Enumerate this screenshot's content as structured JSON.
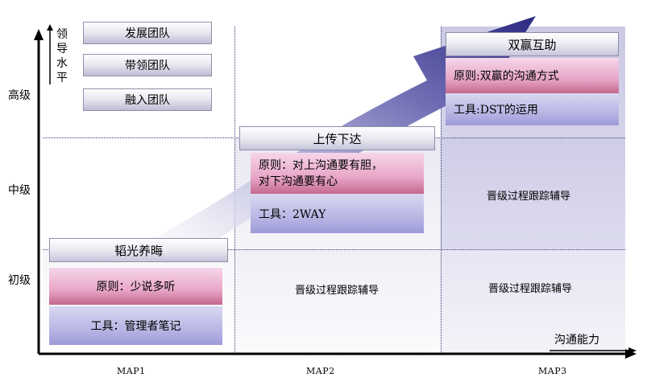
{
  "y_axis": {
    "title": "领导水平",
    "levels": [
      "高级",
      "中级",
      "初级"
    ]
  },
  "x_axis": {
    "title": "沟通能力",
    "maps": [
      "MAP1",
      "MAP2",
      "MAP3"
    ]
  },
  "leadership_items": [
    "发展团队",
    "带领团队",
    "融入团队"
  ],
  "stages": [
    {
      "title": "韬光养晦",
      "principle": "原则：少说多听",
      "tool": "工具：管理者笔记"
    },
    {
      "title": "上传下达",
      "principle_line1": "原则：对上沟通要有胆，",
      "principle_line2": "对下沟通要有心",
      "tool": "工具：2WAY"
    },
    {
      "title": "双赢互助",
      "principle": "原则:双赢的沟通方式",
      "tool": "工具:DST的运用"
    }
  ],
  "guidance": [
    "晋级过程跟踪辅导",
    "晋级过程跟踪辅导",
    "晋级过程跟踪辅导"
  ],
  "colors": {
    "arrow_dark": "#2b2a80",
    "arrow_light": "#c9c8e4",
    "axis": "#000000"
  }
}
